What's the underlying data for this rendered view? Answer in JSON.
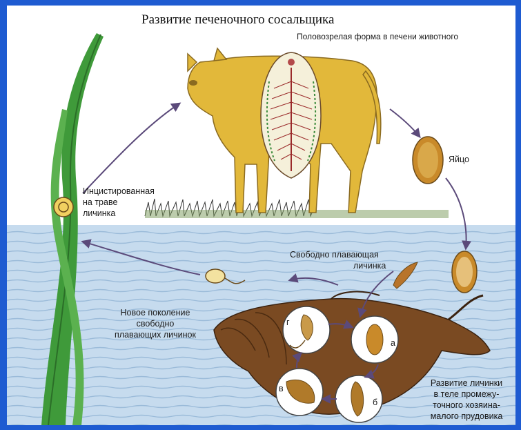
{
  "title": "Развитие печеночного сосальщика",
  "labels": {
    "adult": "Половозрелая форма в печени животного",
    "egg": "Яйцо",
    "cyst_1": "Инцистированная",
    "cyst_2": "на траве",
    "cyst_3": "личинка",
    "free_1": "Свободно плавающая",
    "free_2": "личинка",
    "newgen_1": "Новое поколение",
    "newgen_2": "свободно",
    "newgen_3": "плавающих личинок",
    "snail_1": "Развитие личинки",
    "snail_2": "в теле промежу-",
    "snail_3": "точного хозяина-",
    "snail_4": "малого прудовика"
  },
  "stages": {
    "a": "а",
    "b": "б",
    "v": "в",
    "g": "г"
  },
  "colors": {
    "frame": "#1e5bd1",
    "cow": "#e2b83a",
    "grass": "#3f9a3a",
    "water": "#b8d2e8",
    "snail": "#7a4a22",
    "egg": "#c98a2a",
    "arrow": "#5b4a7a"
  }
}
